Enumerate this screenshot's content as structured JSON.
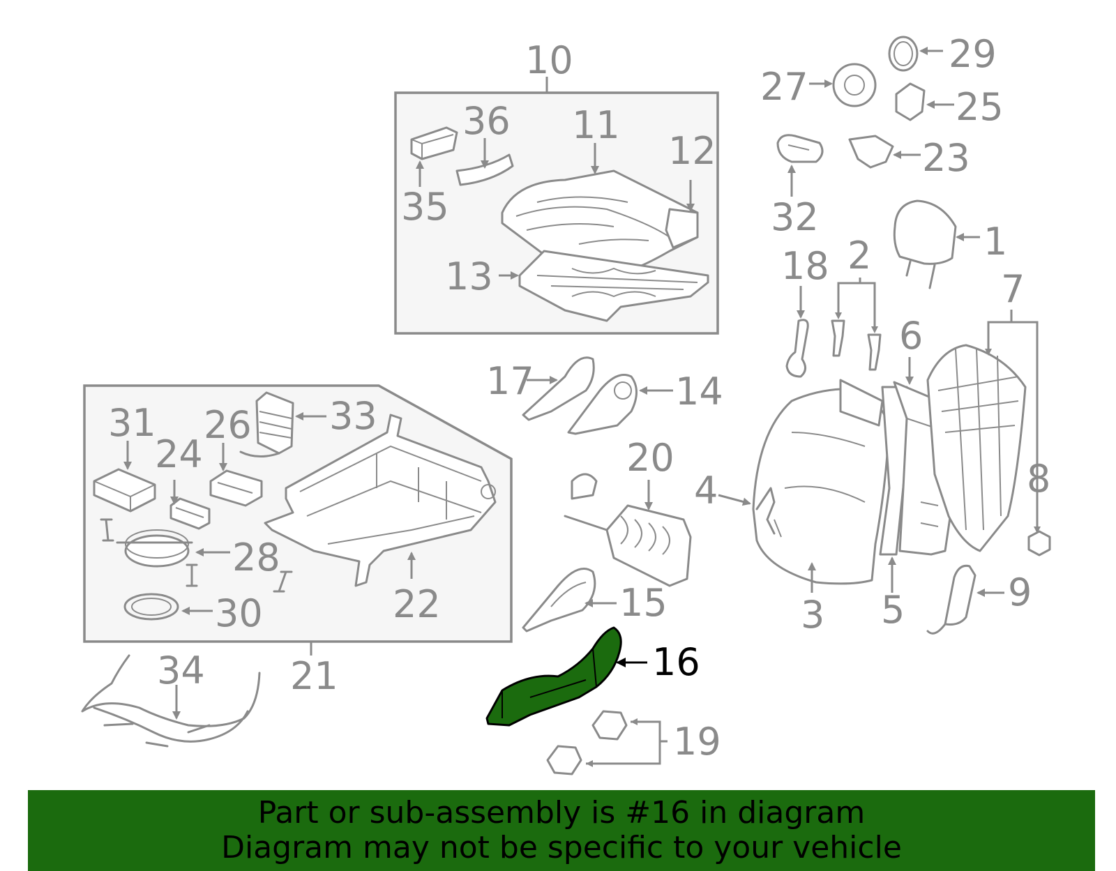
{
  "diagram": {
    "highlight_color": "#1b6b0e",
    "highlighted_part": "16",
    "labels": {
      "p1": "1",
      "p2": "2",
      "p3": "3",
      "p4": "4",
      "p5": "5",
      "p6": "6",
      "p7": "7",
      "p8": "8",
      "p9": "9",
      "p10": "10",
      "p11": "11",
      "p12": "12",
      "p13": "13",
      "p14": "14",
      "p15": "15",
      "p16": "16",
      "p17": "17",
      "p18": "18",
      "p19": "19",
      "p20": "20",
      "p21": "21",
      "p22": "22",
      "p23": "23",
      "p24": "24",
      "p25": "25",
      "p26": "26",
      "p27": "27",
      "p28": "28",
      "p29": "29",
      "p30": "30",
      "p31": "31",
      "p32": "32",
      "p33": "33",
      "p34": "34",
      "p35": "35",
      "p36": "36"
    }
  },
  "banner": {
    "line1": "Part or sub-assembly is #16 in diagram",
    "line2": "Diagram may not be specific to your vehicle",
    "background": "#1b6b0e"
  }
}
